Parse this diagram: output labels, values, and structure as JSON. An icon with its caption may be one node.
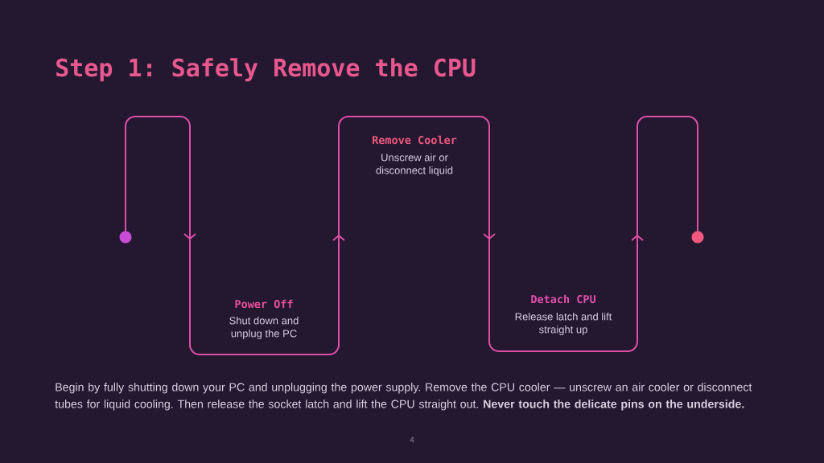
{
  "diagram": {
    "title": "Step 1: Safely Remove the CPU",
    "caption": "Begin by fully shutting down your PC and unplugging the power supply. Remove the CPU cooler — unscrew an air cooler or disconnect tubes for liquid cooling. Then release the socket latch and lift the CPU straight out. **Never touch the delicate pins on the underside.**",
    "nodes": [
      {
        "text": [],
        "shape": "circle"
      },
      {
        "text": [],
        "shape": "circle"
      }
    ],
    "edges": [
      {
        "from": 0,
        "to": 1,
        "arrow": "to"
      }
    ],
    "labels": [
      "Power Off",
      "Shut down and unplug the PC",
      "Remove Cooler",
      "Unscrew air or disconnect liquid",
      "Detach CPU",
      "Release latch and lift straight up",
      "4"
    ]
  }
}
